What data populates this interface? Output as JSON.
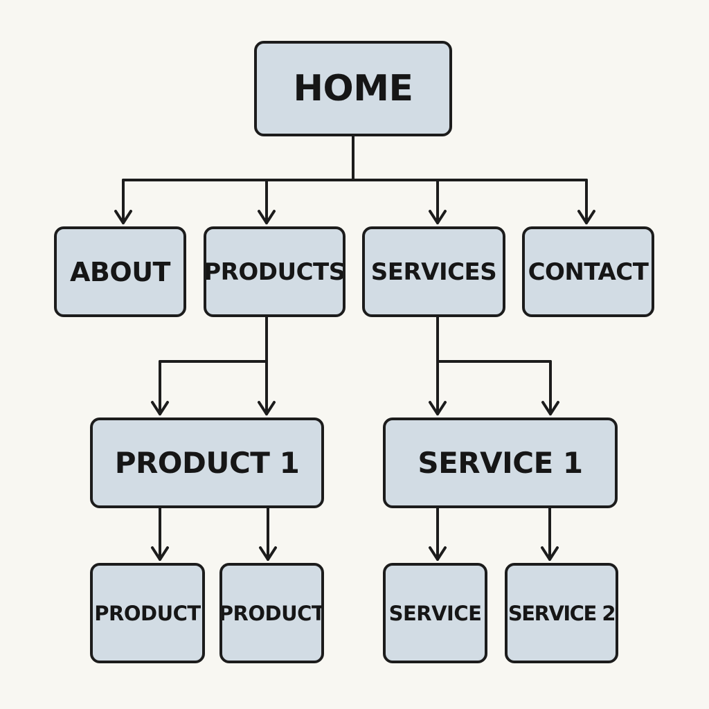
{
  "nodes": {
    "home": "HOME",
    "about": "ABOUT",
    "products": "PRODUCTS",
    "services": "SERVICES",
    "contact": "CONTACT",
    "product_1": "PRODUCT 1",
    "service_1": "SERVICE 1",
    "product_a": "PRODUCT",
    "product_b": "PRODUCT",
    "service_a": "SERVICE",
    "service_b": "SERVICE 2"
  },
  "edges": [
    [
      "home",
      "about"
    ],
    [
      "home",
      "products"
    ],
    [
      "home",
      "services"
    ],
    [
      "home",
      "contact"
    ],
    [
      "products",
      "product_1"
    ],
    [
      "services",
      "service_1"
    ],
    [
      "product_1",
      "product_a"
    ],
    [
      "product_1",
      "product_b"
    ],
    [
      "service_1",
      "service_a"
    ],
    [
      "service_1",
      "service_b"
    ]
  ],
  "colors": {
    "background": "#f8f7f2",
    "node_fill": "#d2dce4",
    "stroke": "#1c1c1c"
  }
}
